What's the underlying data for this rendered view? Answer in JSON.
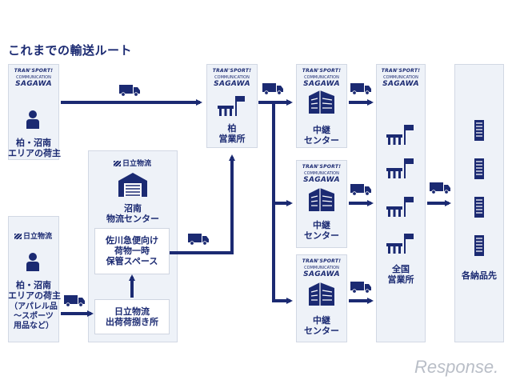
{
  "title": "これまでの輸送ルート",
  "logos": {
    "sagawa_line1": "TRAN'SPORT!",
    "sagawa_line2": "COMMUNICATION",
    "sagawa_line3": "SAGAWA",
    "hitachi": "日立物流"
  },
  "nodes": {
    "shipper_kashiwa": [
      "柏・沼南",
      "エリアの荷主"
    ],
    "shipper_kashiwa_shonan": [
      "柏・沼南",
      "エリアの荷主"
    ],
    "shipper_note": [
      "（アパレル品",
      "～スポーツ",
      "用品など）"
    ],
    "shonan_center": [
      "沼南",
      "物流センター"
    ],
    "storage_space": [
      "佐川急便向け",
      "荷物一時",
      "保管スペース"
    ],
    "shipping_area": [
      "日立物流",
      "出荷荷捌き所"
    ],
    "kashiwa_office": [
      "柏",
      "営業所"
    ],
    "relay_center": [
      "中継",
      "センター"
    ],
    "national_offices": [
      "全国",
      "営業所"
    ],
    "destinations": "各納品先"
  },
  "watermark": {
    "brand": "Response",
    "suffix": "."
  }
}
